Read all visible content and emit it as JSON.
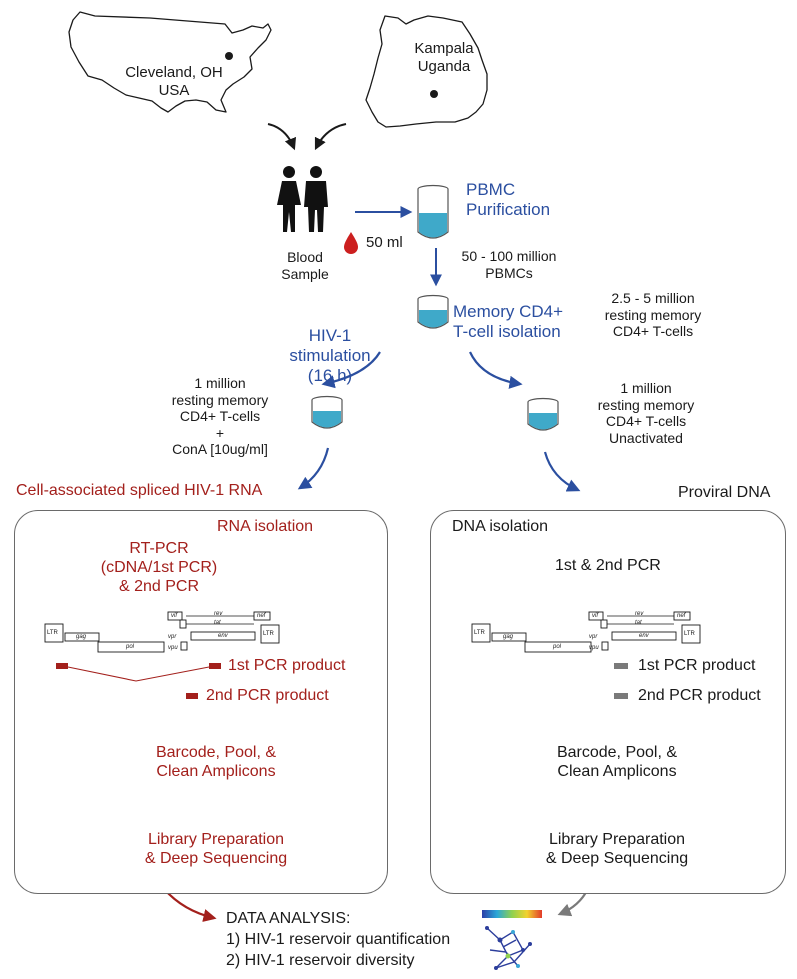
{
  "locations": {
    "usa": "Cleveland, OH\nUSA",
    "uganda": "Kampala\nUganda"
  },
  "sample": {
    "label": "Blood\nSample",
    "volume": "50 ml"
  },
  "steps": {
    "pbmc": "PBMC\nPurification",
    "pbmc_count": "50 - 100 million\nPBMCs",
    "memory": "Memory CD4+\nT-cell isolation",
    "memory_count": "2.5 - 5 million\nresting memory\nCD4+ T-cells",
    "stimulation": "HIV-1\nstimulation\n(16 h)",
    "stimulated_cells": "1 million\nresting memory\nCD4+ T-cells\n+\nConA [10ug/ml]",
    "unactivated_cells": "1 million\nresting memory\nCD4+ T-cells\nUnactivated"
  },
  "rna_panel": {
    "heading": "Cell-associated spliced HIV-1 RNA",
    "isolation": "RNA isolation",
    "rtpcr": "RT-PCR\n(cDNA/1st PCR)\n& 2nd PCR",
    "pcr1": "1st PCR product",
    "pcr2": "2nd PCR product",
    "barcode": "Barcode, Pool, &\nClean Amplicons",
    "library": "Library Preparation\n& Deep Sequencing"
  },
  "dna_panel": {
    "heading": "Proviral DNA",
    "isolation": "DNA isolation",
    "pcr": "1st & 2nd PCR",
    "pcr1": "1st PCR product",
    "pcr2": "2nd PCR product",
    "barcode": "Barcode, Pool, &\nClean Amplicons",
    "library": "Library Preparation\n& Deep Sequencing"
  },
  "genome": {
    "ltr_left": "LTR",
    "ltr_right": "LTR",
    "gag": "gag",
    "pol": "pol",
    "vif": "vif",
    "vpr": "vpr",
    "vpu": "vpu",
    "rev": "rev",
    "tat": "tat",
    "env": "env",
    "nef": "nef"
  },
  "analysis": {
    "title": "DATA ANALYSIS:",
    "item1": "1) HIV-1 reservoir quantification",
    "item2": "2) HIV-1 reservoir diversity"
  },
  "colors": {
    "blue": "#2b4fa0",
    "red": "#a3201c",
    "gray": "#7a7a7a",
    "blood": "#cc1f1f",
    "cells": "#3fa9c9"
  }
}
